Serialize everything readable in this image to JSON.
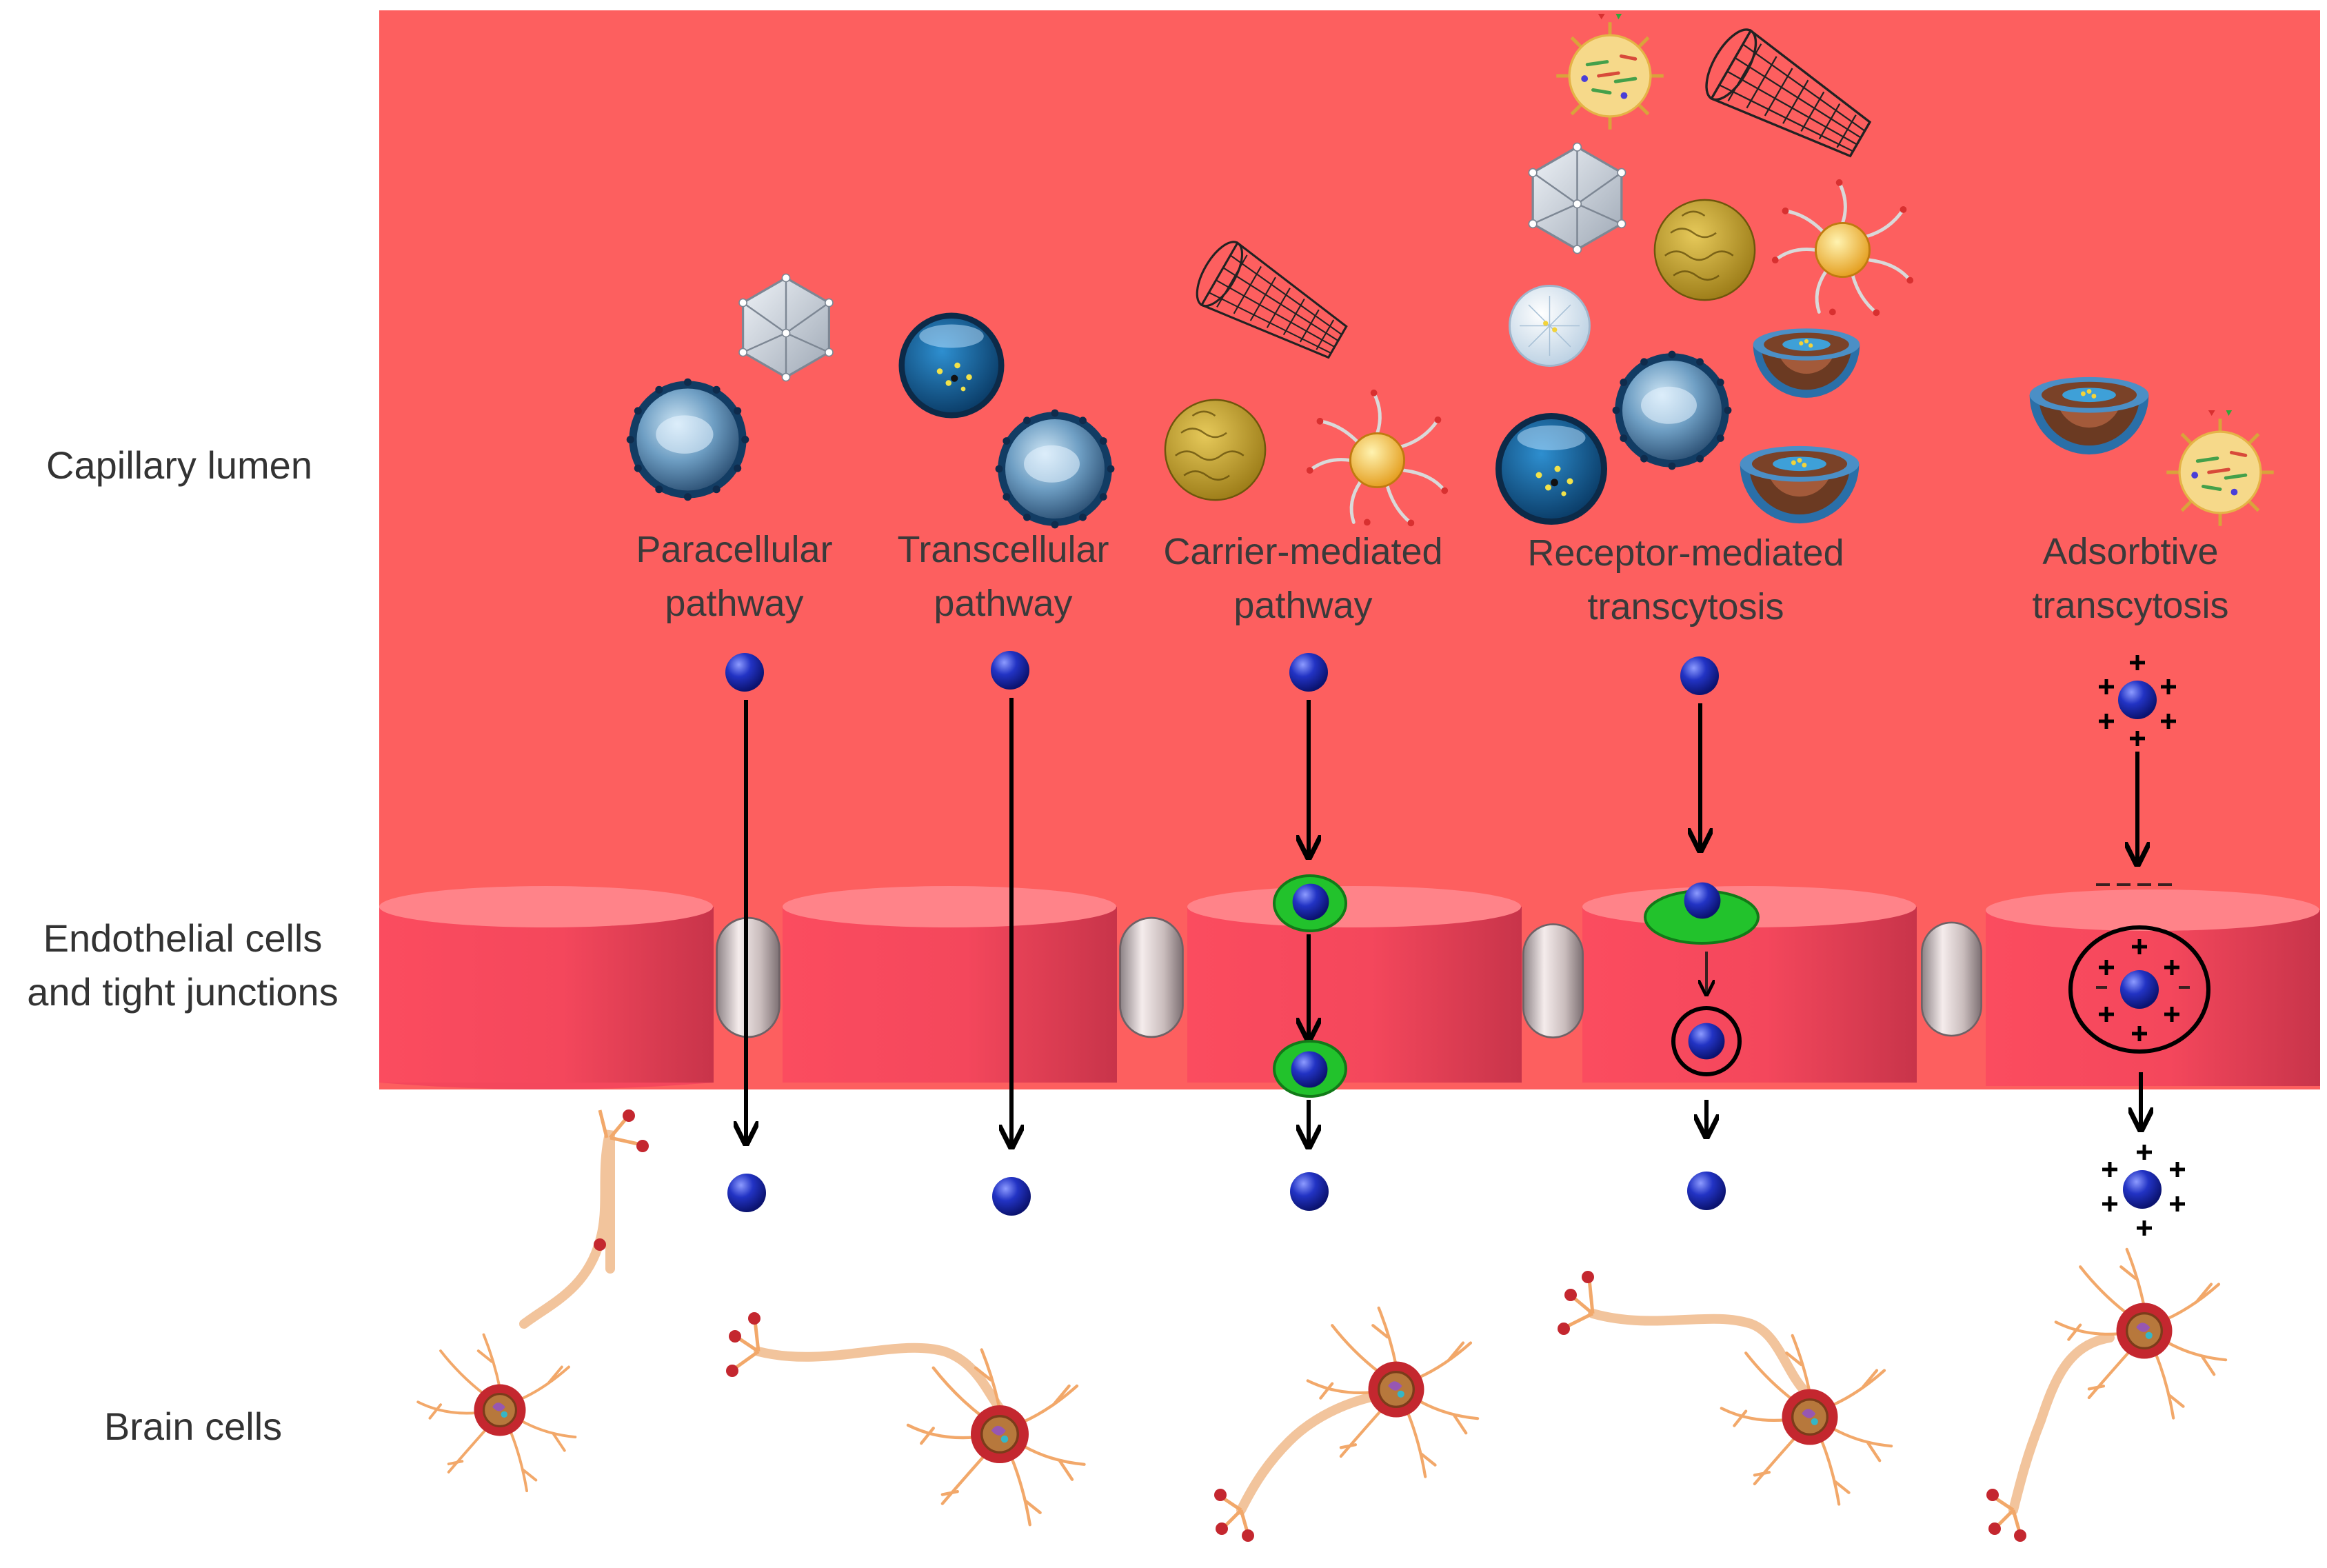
{
  "side_labels": {
    "lumen": "Capillary lumen",
    "endothelial_line1": "Endothelial cells",
    "endothelial_line2": "and tight junctions",
    "brain": "Brain cells"
  },
  "pathways": [
    {
      "line1": "Paracellular",
      "line2": "pathway"
    },
    {
      "line1": "Transcellular",
      "line2": "pathway"
    },
    {
      "line1": "Carrier-mediated",
      "line2": "pathway"
    },
    {
      "line1": "Receptor-mediated",
      "line2": "transcytosis"
    },
    {
      "line1": "Adsorbtive",
      "line2": "transcytosis"
    }
  ],
  "colors": {
    "lumen": "#fd5f5f",
    "cell_side": "#f7445c",
    "cell_top": "#ff8389",
    "drug": "#1b28b4",
    "transporter": "#22c22c",
    "neuron_body": "#c4272f",
    "axon": "#f2c49c"
  },
  "icons": {
    "nanoparticles": [
      "liposome-icon",
      "polymeric-nanoparticle-icon",
      "dendrimer-icon",
      "micelle-icon",
      "carbon-nanotube-icon",
      "icosahedral-nanoparticle-icon",
      "gold-nanoparticle-icon",
      "solid-lipid-nanoparticle-icon"
    ],
    "drug": "drug-molecule-icon",
    "neuron": "neuron-icon"
  }
}
